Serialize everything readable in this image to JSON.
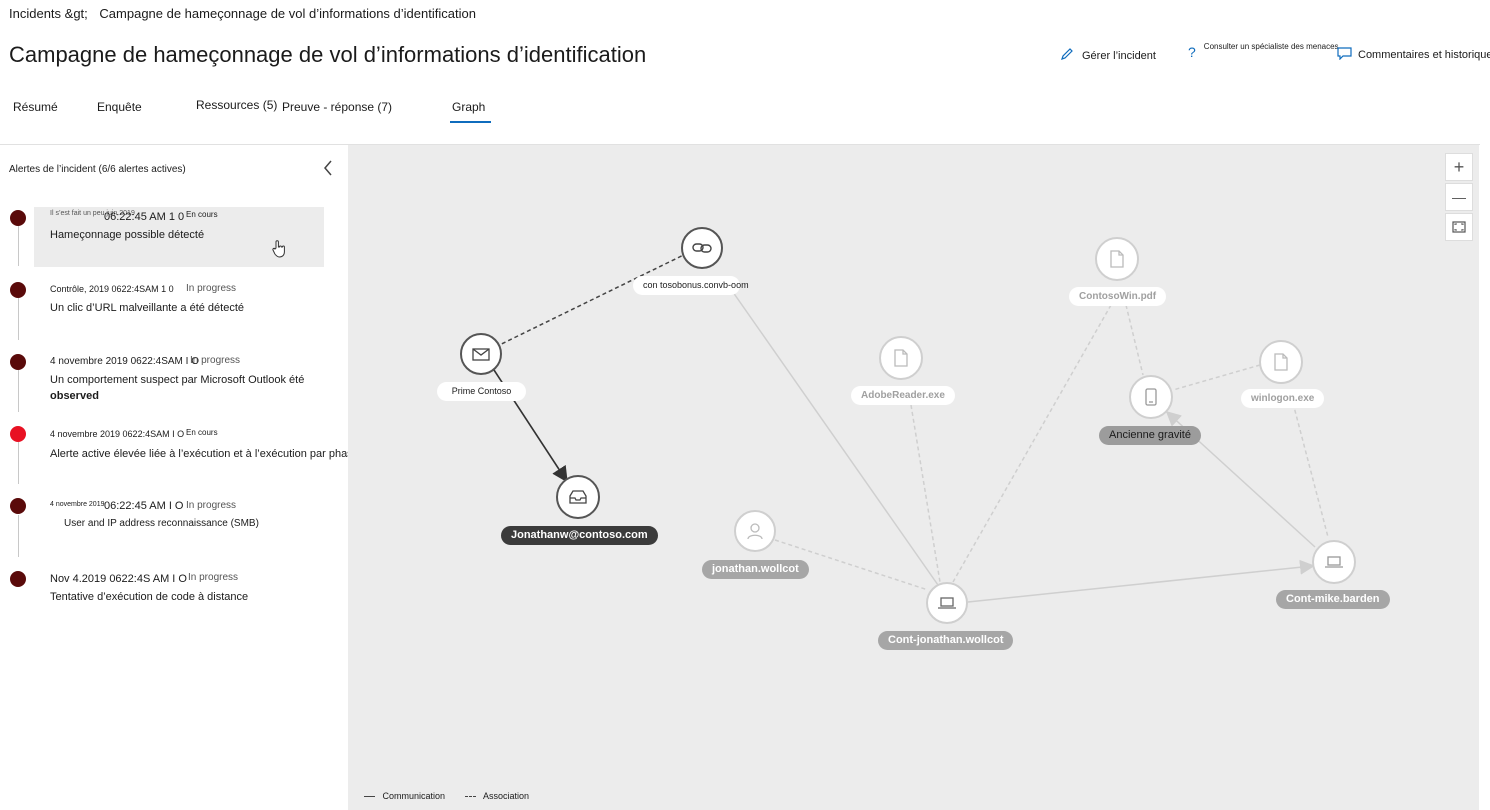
{
  "breadcrumb": {
    "root": "Incidents &gt;",
    "current": "Campagne de hameçonnage de vol d’informations d’identification"
  },
  "title": "Campagne de hameçonnage de vol d’informations d’identification",
  "actions": {
    "manage": "Gérer l’incident",
    "consult": "Consulter un spécialiste des menaces",
    "comments": "Commentaires et historique"
  },
  "tabs": [
    "Résumé",
    "Enquête",
    "Ressources (5)",
    "Preuve - réponse (7)",
    "Graph"
  ],
  "active_tab": "Graph",
  "panel": {
    "title": "Alertes de l’incident (6/6 alertes actives)"
  },
  "alerts": [
    {
      "meta": "Il s’est fait un peu juin 2019",
      "time": "06:22:45 AM 1 0",
      "status": "En cours",
      "title": "Hameçonnage possible détecté",
      "title2": ""
    },
    {
      "meta": "Contrôle, 2019 0622:4SAM 1 0",
      "time": "",
      "status": "In progress",
      "title": "Un clic d’URL malveillante a été détecté",
      "title2": ""
    },
    {
      "meta": "4 novembre 2019 0622:4SAM I O",
      "time": "",
      "status": "In progress",
      "title": "Un comportement suspect par Microsoft Outlook été",
      "title2": "observed"
    },
    {
      "meta": "4 novembre 2019 0622:4SAM I O",
      "time": "",
      "status": "En cours",
      "title": "Alerte active élevée liée à l’exécution et à l’exécution par phases",
      "title2": ""
    },
    {
      "meta": "4 novembre 2019",
      "time": "06:22:45 AM I O",
      "status": "In progress",
      "title": "User and IP address reconnaissance (SMB)",
      "title2": ""
    },
    {
      "meta": "Nov 4.2019 0622:4S AM I O",
      "time": "",
      "status": "In progress",
      "title": "Tentative d’exécution de code à distance",
      "title2": ""
    }
  ],
  "alert_colors": {
    "dark": "#5a0a0a",
    "red": "#e81123"
  },
  "graph": {
    "nodes": {
      "url": "con tosobonus.convb-oom",
      "mail": "Prime Contoso",
      "mailbox": "Jonathanw@contoso.com",
      "user": "jonathan.wollcot",
      "device1": "Cont-jonathan.wollcot",
      "adobe": "AdobeReader.exe",
      "pdf": "ContosoWin.pdf",
      "mobile": "Ancienne gravité",
      "winlogon": "winlogon.exe",
      "device2": "Cont-mike.barden"
    },
    "legend": {
      "communication": "Communication",
      "association": "Association"
    },
    "zoom": {
      "in": "+",
      "out": "—"
    }
  }
}
